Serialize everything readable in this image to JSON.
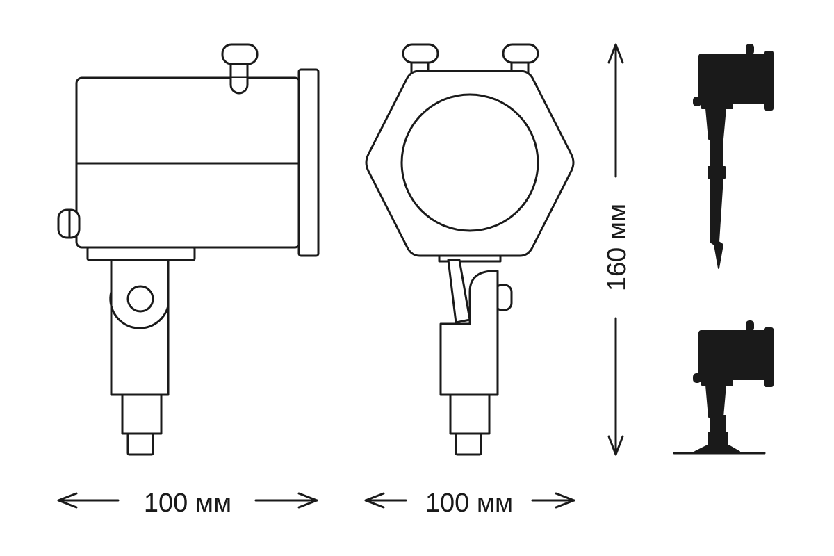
{
  "colors": {
    "ink": "#1a1a1a",
    "background": "#ffffff"
  },
  "dimensions": {
    "side_width": "100 мм",
    "front_width": "100 мм",
    "height": "160 мм"
  }
}
